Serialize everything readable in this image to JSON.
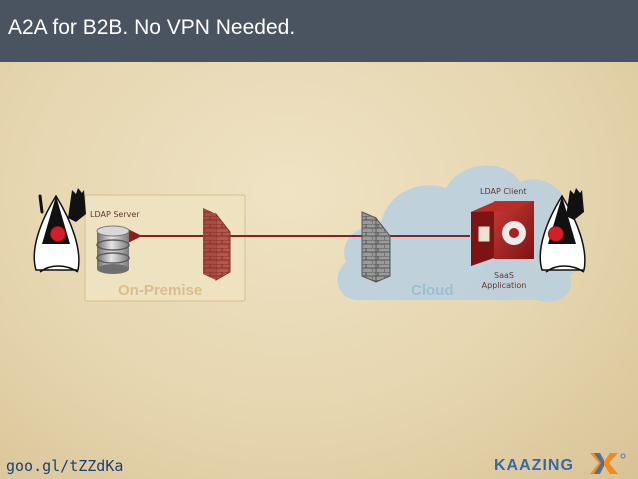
{
  "slide": {
    "title": "A2A for B2B. No VPN Needed.",
    "footer_link": "goo.gl/tZZdKa",
    "logo_text": "KAAZING"
  },
  "diagram": {
    "ldap_server_label": "LDAP Server",
    "ldap_client_label": "LDAP Client",
    "on_premise_label": "On-Premise",
    "cloud_label": "Cloud",
    "saas_label_line1": "SaaS",
    "saas_label_line2": "Application"
  },
  "icons": {
    "left_mascot": "java-duke-icon",
    "right_mascot": "java-duke-icon",
    "database": "database-icon",
    "firewall_onprem": "firewall-icon",
    "firewall_cloud": "firewall-icon",
    "saas_app": "saas-app-icon"
  },
  "colors": {
    "title_bar": "#4a5461",
    "connector": "#8e1f1f",
    "cloud": "#b7cfe0",
    "firewall_red": "#b34f46",
    "saas_red": "#a52222"
  }
}
